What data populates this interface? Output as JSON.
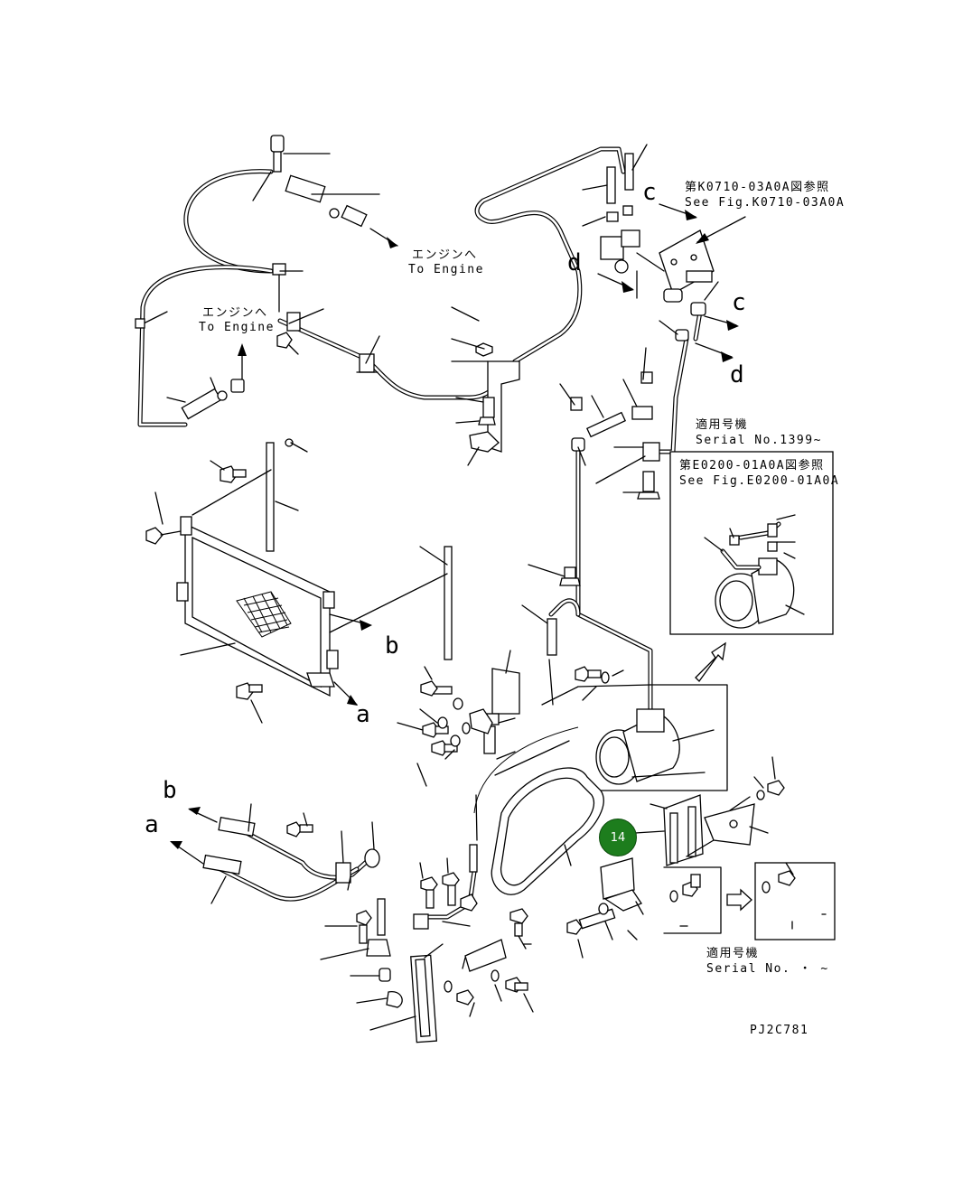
{
  "labels": {
    "to_engine_jp_1": "エンジンへ",
    "to_engine_en_1": "To Engine",
    "to_engine_jp_2": "エンジンへ",
    "to_engine_en_2": "To Engine",
    "ref_k0710_jp": "第K0710-03A0A図参照",
    "ref_k0710_en": "See Fig.K0710-03A0A",
    "ref_e0200_jp": "第E0200-01A0A図参照",
    "ref_e0200_en": "See Fig.E0200-01A0A",
    "serial_title_1": "適用号機",
    "serial_no_1": "Serial No.1399~",
    "serial_title_2": "適用号機",
    "serial_no_2": "Serial No. ・ ~",
    "drawing_code": "PJ2C781"
  },
  "letters": {
    "c_top": "c",
    "c_right": "c",
    "d_left": "d",
    "d_right": "d",
    "b_mid": "b",
    "a_mid": "a",
    "b_left": "b",
    "a_left": "a"
  },
  "callout": {
    "number": "14",
    "color": "#1d7d1d"
  }
}
